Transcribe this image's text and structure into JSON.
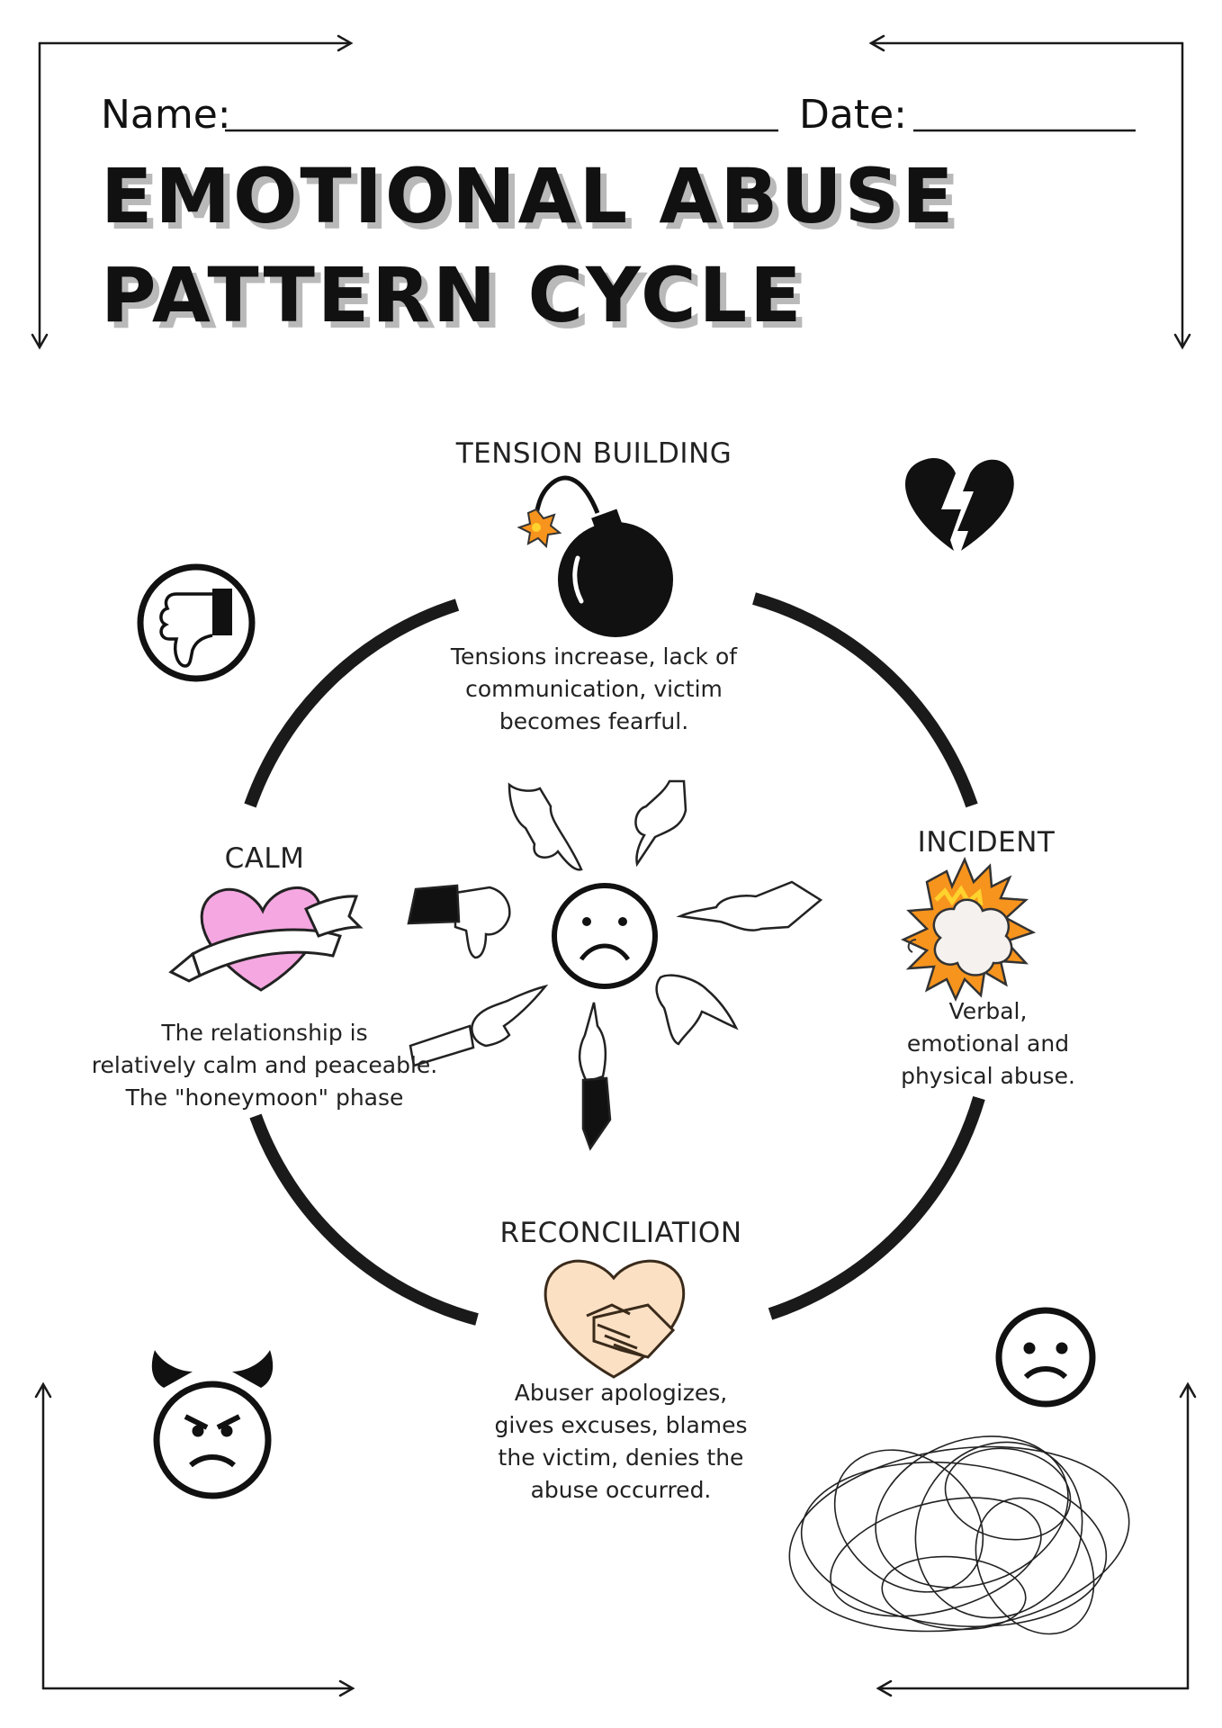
{
  "header": {
    "name_label": "Name:",
    "date_label": "Date:",
    "title_line1": "EMOTIONAL ABUSE",
    "title_line2": "PATTERN CYCLE"
  },
  "cycle": {
    "center_icon": "sad-face-icon",
    "stages": [
      {
        "title": "TENSION BUILDING",
        "icon": "bomb-icon",
        "description": [
          "Tensions increase, lack of",
          "communication, victim",
          "becomes fearful."
        ]
      },
      {
        "title": "INCIDENT",
        "icon": "explosion-icon",
        "description": [
          "Verbal,",
          "emotional and",
          "physical abuse."
        ]
      },
      {
        "title": "RECONCILIATION",
        "icon": "handshake-heart-icon",
        "description": [
          "Abuser apologizes,",
          "gives excuses, blames",
          "the victim, denies the",
          "abuse occurred."
        ]
      },
      {
        "title": "CALM",
        "icon": "heart-ribbon-icon",
        "description": [
          "The relationship is",
          "relatively calm and peaceable.",
          "The \"honeymoon\" phase"
        ]
      }
    ]
  },
  "decorations": [
    "broken-heart-icon",
    "thumbs-down-icon",
    "devil-face-icon",
    "sad-face-icon",
    "scribble-icon",
    "pointing-hand-icon"
  ],
  "colors": {
    "ink": "#1a1a1a",
    "heart_pink": "#f4a7e0",
    "explosion_orange": "#f7941d",
    "skin": "#fbe0c4",
    "title_shadow": "#b9b9b9"
  }
}
